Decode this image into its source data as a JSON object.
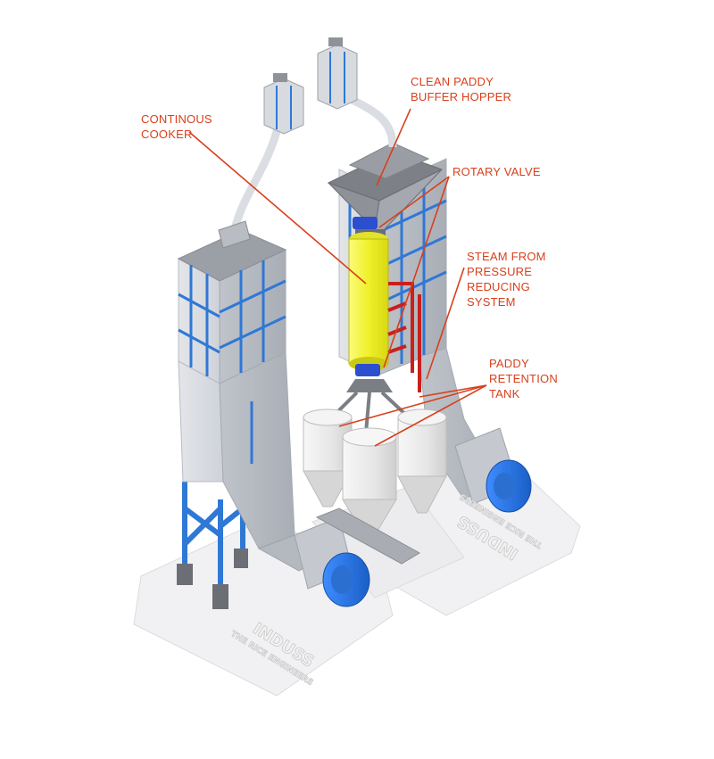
{
  "labels": {
    "cooker": [
      "CONTINOUS",
      "COOKER"
    ],
    "hopper": [
      "CLEAN PADDY",
      "BUFFER HOPPER"
    ],
    "rotary_valve": [
      "ROTARY VALVE"
    ],
    "steam": [
      "STEAM FROM",
      "PRESSURE",
      "REDUCING",
      "SYSTEM"
    ],
    "retention": [
      "PADDY",
      "RETENTION",
      "TANK"
    ]
  },
  "branding": {
    "logo_left": "INDUSS",
    "tagline_left": "THE RICE ENGINEERS",
    "logo_right": "INDUSS",
    "tagline_right": "THE RICE ENGINEERS"
  },
  "colors": {
    "callout": "#d8401c",
    "steel": "#d7dadf",
    "blue": "#2f78d6",
    "cooker": "#f2f23a",
    "base": "#f3f3f5"
  }
}
